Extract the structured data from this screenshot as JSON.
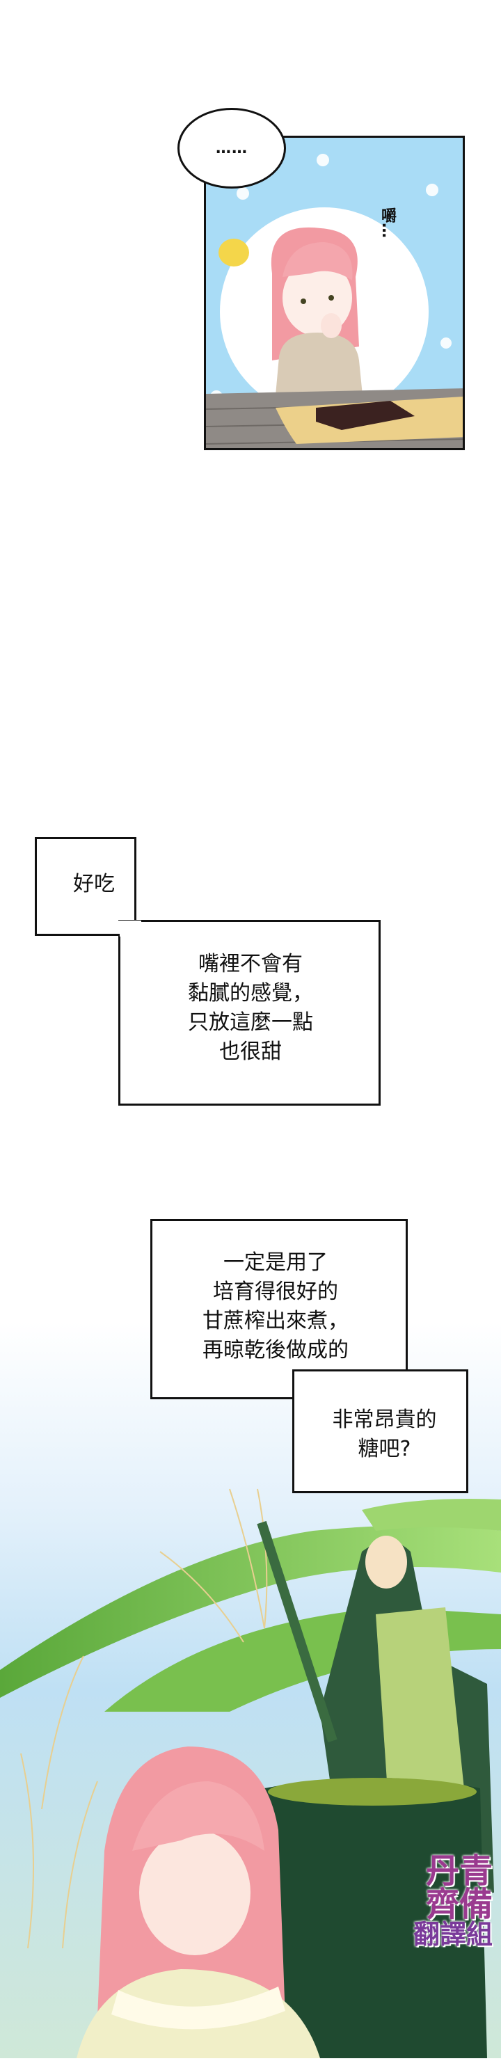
{
  "panel1": {
    "speech_bubble": "……",
    "sound_effect": "嚼…"
  },
  "captions": {
    "box1": "好吃",
    "box2": "嘴裡不會有\n黏膩的感覺，\n只放這麼一點\n也很甜",
    "box3": "一定是用了\n培育得很好的\n甘蔗榨出來煮，\n再晾乾後做成的",
    "box4": "非常昂貴的\n糖吧?"
  },
  "watermark": {
    "line1": "丹青",
    "line2": "齊備",
    "line3": "翻譯組"
  },
  "colors": {
    "sky": "#a9dcf6",
    "hair": "#f3a0a8",
    "leaf": "#7cc14a",
    "pot": "#1f4a30",
    "watermark": "#9a3a8f"
  }
}
